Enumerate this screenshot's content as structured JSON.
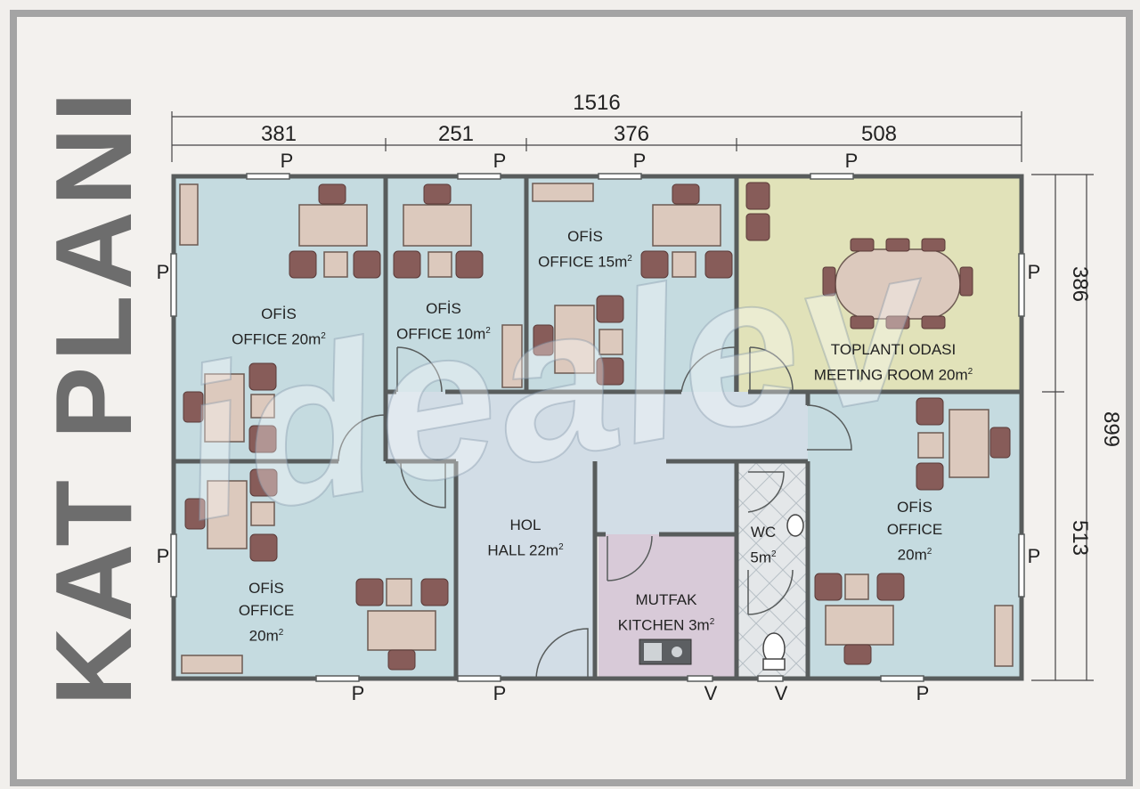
{
  "title": "KAT PLANI",
  "watermark": "idealev",
  "dimensions": {
    "total": "1516",
    "top_segments": [
      "381",
      "251",
      "376",
      "508"
    ],
    "right_total": "899",
    "right_segments": [
      "386",
      "513"
    ]
  },
  "rooms": {
    "office1": {
      "line1": "OFİS",
      "line2": "OFFICE 20m",
      "sup": "2"
    },
    "office2": {
      "line1": "OFİS",
      "line2": "OFFICE 10m",
      "sup": "2"
    },
    "office3": {
      "line1": "OFİS",
      "line2": "OFFICE 15m",
      "sup": "2"
    },
    "meeting": {
      "line1": "TOPLANTI ODASI",
      "line2": "MEETING ROOM 20m",
      "sup": "2"
    },
    "office4": {
      "line1": "OFİS",
      "line2": "OFFICE",
      "line3": "20m",
      "sup": "2"
    },
    "hall": {
      "line1": "HOL",
      "line2": "HALL 22m",
      "sup": "2"
    },
    "kitchen": {
      "line1": "MUTFAK",
      "line2": "KITCHEN 3m",
      "sup": "2"
    },
    "wc": {
      "line1": "WC",
      "line2": "5m",
      "sup": "2"
    },
    "office5": {
      "line1": "OFİS",
      "line2": "OFFICE",
      "line3": "20m",
      "sup": "2"
    }
  },
  "window_marks": {
    "p": "P",
    "v": "V"
  },
  "colors": {
    "office": "#c5dbe0",
    "meeting": "#e1e2b9",
    "hall": "#d2dde6",
    "kitchen": "#d8cad8",
    "wall": "#585c5c",
    "furniture": "#dcc9bd",
    "chair": "#875c59"
  }
}
